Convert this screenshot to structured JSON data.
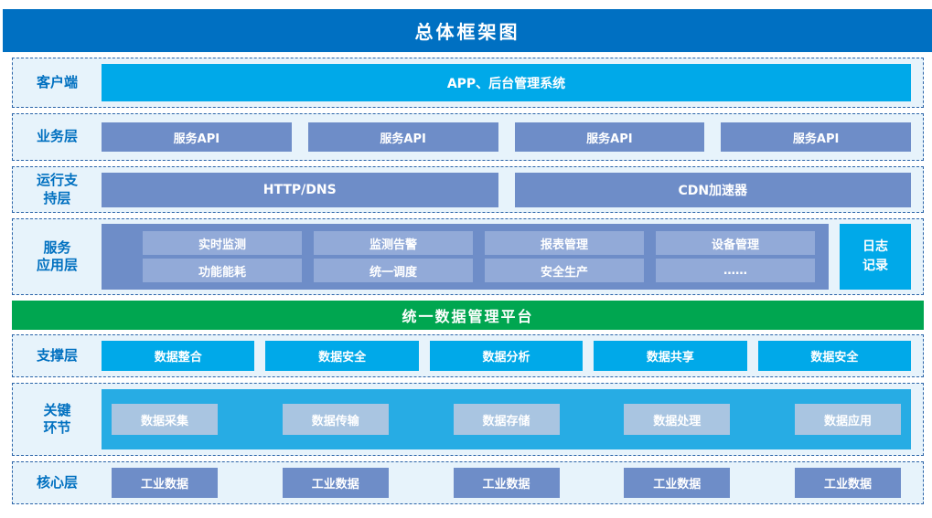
{
  "title": "总体框架图",
  "colors": {
    "title_bar": "#0070c2",
    "section_bg": "#e7f3fb",
    "section_border": "#2b64a8",
    "label_text": "#0070c0",
    "cyan": "#00a9e9",
    "cyan_container": "#27ace4",
    "periwinkle": "#6e8dc8",
    "periwinkle_light": "#92aad8",
    "steel_light": "#a9c5e1",
    "green": "#00a650"
  },
  "sections": {
    "client": {
      "label": "客户端",
      "bar": "APP、后台管理系统"
    },
    "business": {
      "label": "业务层",
      "items": [
        "服务API",
        "服务API",
        "服务API",
        "服务API"
      ]
    },
    "runtime": {
      "label": "运行支\n持层",
      "items": [
        "HTTP/DNS",
        "CDN加速器"
      ]
    },
    "service_app": {
      "label": "服务\n应用层",
      "rows": [
        [
          "实时监测",
          "监测告警",
          "报表管理",
          "设备管理"
        ],
        [
          "功能能耗",
          "统一调度",
          "安全生产",
          "……"
        ]
      ],
      "side": "日志\n记录"
    },
    "platform_bar": {
      "label": "统一数据管理平台"
    },
    "support": {
      "label": "支撑层",
      "items": [
        "数据整合",
        "数据安全",
        "数据分析",
        "数据共享",
        "数据安全"
      ]
    },
    "key_links": {
      "label": "关键\n环节",
      "items": [
        "数据采集",
        "数据传输",
        "数据存储",
        "数据处理",
        "数据应用"
      ]
    },
    "core": {
      "label": "核心层",
      "items": [
        "工业数据",
        "工业数据",
        "工业数据",
        "工业数据",
        "工业数据"
      ]
    }
  }
}
